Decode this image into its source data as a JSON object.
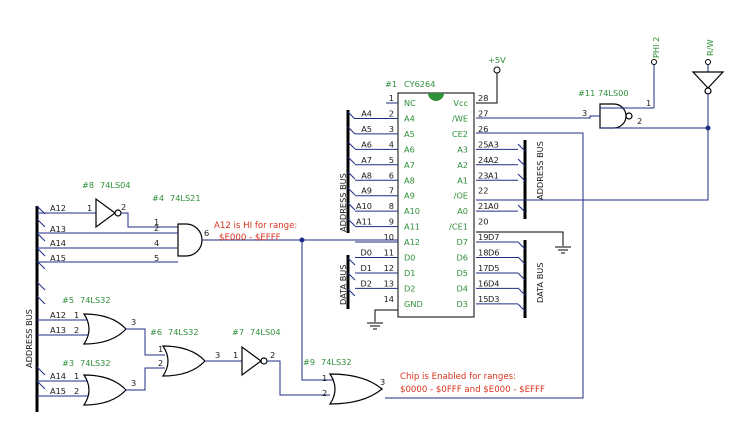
{
  "chip": {
    "ref": "#1",
    "part": "CY6264",
    "left_pins": [
      {
        "num": "1",
        "name": "NC",
        "signal": ""
      },
      {
        "num": "2",
        "name": "A4",
        "signal": "A4"
      },
      {
        "num": "3",
        "name": "A5",
        "signal": "A5"
      },
      {
        "num": "4",
        "name": "A6",
        "signal": "A6"
      },
      {
        "num": "5",
        "name": "A7",
        "signal": "A7"
      },
      {
        "num": "6",
        "name": "A8",
        "signal": "A8"
      },
      {
        "num": "7",
        "name": "A9",
        "signal": "A9"
      },
      {
        "num": "8",
        "name": "A10",
        "signal": "A10"
      },
      {
        "num": "9",
        "name": "A11",
        "signal": "A11"
      },
      {
        "num": "10",
        "name": "A12",
        "signal": ""
      },
      {
        "num": "11",
        "name": "D0",
        "signal": "D0"
      },
      {
        "num": "12",
        "name": "D1",
        "signal": "D1"
      },
      {
        "num": "13",
        "name": "D2",
        "signal": "D2"
      },
      {
        "num": "14",
        "name": "GND",
        "signal": ""
      }
    ],
    "right_pins": [
      {
        "num": "28",
        "name": "Vcc",
        "signal": ""
      },
      {
        "num": "27",
        "name": "/WE",
        "signal": ""
      },
      {
        "num": "26",
        "name": "CE2",
        "signal": ""
      },
      {
        "num": "25",
        "name": "A3",
        "signal": "A3"
      },
      {
        "num": "24",
        "name": "A2",
        "signal": "A2"
      },
      {
        "num": "23",
        "name": "A1",
        "signal": "A1"
      },
      {
        "num": "22",
        "name": "/OE",
        "signal": ""
      },
      {
        "num": "21",
        "name": "A0",
        "signal": "A0"
      },
      {
        "num": "20",
        "name": "/CE1",
        "signal": ""
      },
      {
        "num": "19",
        "name": "D7",
        "signal": "D7"
      },
      {
        "num": "18",
        "name": "D6",
        "signal": "D6"
      },
      {
        "num": "17",
        "name": "D5",
        "signal": "D5"
      },
      {
        "num": "16",
        "name": "D4",
        "signal": "D4"
      },
      {
        "num": "15",
        "name": "D3",
        "signal": "D3"
      }
    ]
  },
  "buses": {
    "address": "ADDRESS BUS",
    "data": "DATA BUS"
  },
  "power": {
    "vcc": "+5V"
  },
  "signals": {
    "phi2": "PHI 2",
    "rw": "R/W"
  },
  "gates": {
    "u8": {
      "ref": "#8",
      "part": "74LS04",
      "in_pin": "1",
      "out_pin": "2",
      "in_signal": "A12"
    },
    "u4": {
      "ref": "#4",
      "part": "74LS21",
      "pins": [
        "1",
        "2",
        "4",
        "5"
      ],
      "out_pin": "6",
      "inputs": [
        "A13",
        "A14",
        "A15"
      ]
    },
    "u5": {
      "ref": "#5",
      "part": "74LS32",
      "pins": [
        "1",
        "2"
      ],
      "out_pin": "3",
      "inputs": [
        "A12",
        "A13"
      ]
    },
    "u3": {
      "ref": "#3",
      "part": "74LS32",
      "pins": [
        "1",
        "2"
      ],
      "out_pin": "3",
      "inputs": [
        "A14",
        "A15"
      ]
    },
    "u6": {
      "ref": "#6",
      "part": "74LS32",
      "pins": [
        "1",
        "2"
      ],
      "out_pin": "3"
    },
    "u7": {
      "ref": "#7",
      "part": "74LS04",
      "in_pin": "1",
      "out_pin": "2"
    },
    "u9": {
      "ref": "#9",
      "part": "74LS32",
      "pins": [
        "1",
        "2"
      ],
      "out_pin": "3"
    },
    "u11": {
      "ref": "#11",
      "part": "74LS00",
      "pins": [
        "1",
        "2"
      ],
      "out_pin": "3"
    }
  },
  "notes": {
    "a12_line1": "A12 is HI for range:",
    "a12_line2": "$E000 - $EFFF",
    "enable_line1": "Chip is Enabled for ranges:",
    "enable_line2": "$0000 - $0FFF and $E000 - $EFFF"
  }
}
